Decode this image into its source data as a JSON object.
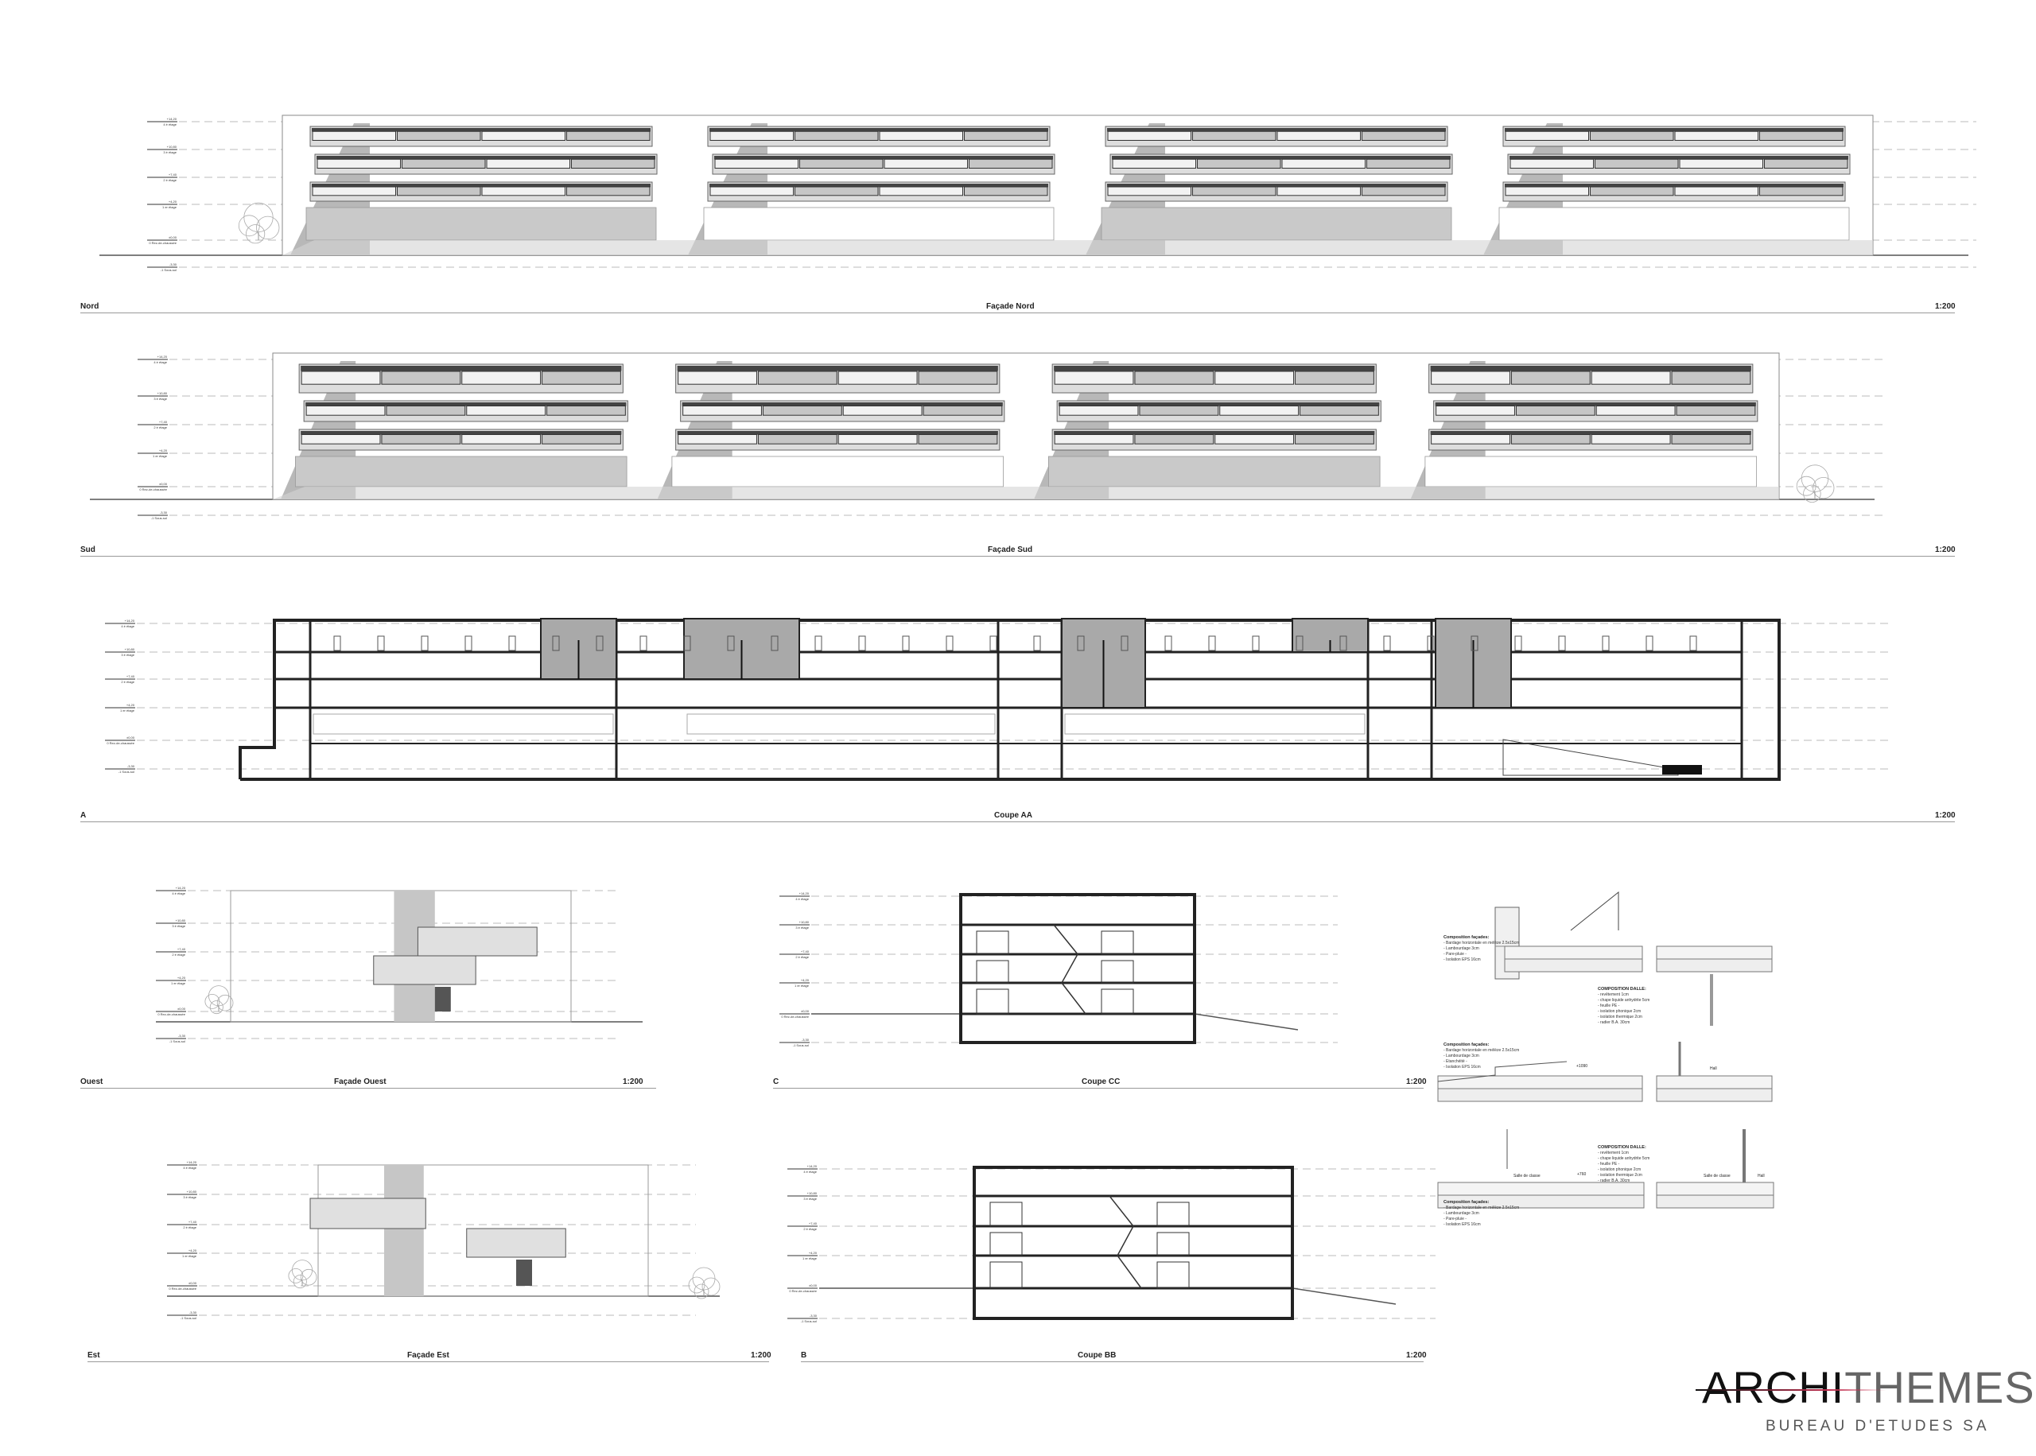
{
  "drawings": {
    "nord": {
      "left": "Nord",
      "center": "Façade Nord",
      "scale": "1:200"
    },
    "sud": {
      "left": "Sud",
      "center": "Façade Sud",
      "scale": "1:200"
    },
    "coupe_aa": {
      "left": "A",
      "center": "Coupe AA",
      "scale": "1:200"
    },
    "ouest": {
      "left": "Ouest",
      "center": "Façade Ouest",
      "scale": "1:200"
    },
    "coupe_cc": {
      "left": "C",
      "center": "Coupe CC",
      "scale": "1:200"
    },
    "est": {
      "left": "Est",
      "center": "Façade Est",
      "scale": "1:200"
    },
    "coupe_bb": {
      "left": "B",
      "center": "Coupe BB",
      "scale": "1:200"
    }
  },
  "levels": [
    {
      "alt": "+14,20",
      "name": "4 è étage"
    },
    {
      "alt": "+10,80",
      "name": "3 è étage"
    },
    {
      "alt": "+7,40",
      "name": "2 è étage"
    },
    {
      "alt": "+4,20",
      "name": "1 er étage"
    },
    {
      "alt": "±0,00",
      "name": "0 Rez-de-chaussée"
    },
    {
      "alt": "-3,30",
      "name": "-1 Sous-sol"
    }
  ],
  "details": {
    "facade_a": {
      "title": "Composition façades:",
      "items": [
        "- Bardage horizontale en mélèze 2.5x15cm",
        "- Lambourdage   3cm",
        "- Pare-pluie   -",
        "- Isolation EPS   16cm"
      ]
    },
    "facade_b": {
      "title": "Composition façades:",
      "items": [
        "- Bardage horizontale en mélèze   2.5x15cm",
        "- Lambourdage   3cm",
        "- Etanchéité   -",
        "- Isolation EPS   16cm"
      ]
    },
    "facade_c": {
      "title": "Composition façades:",
      "items": [
        "- Bardage horizontale en mélèze 2.5x15cm",
        "- Lambourdage   3cm",
        "- Pare-pluie   -",
        "- Isolation EPS   16cm"
      ]
    },
    "dalle_a": {
      "title": "COMPOSITION DALLE:",
      "items": [
        "- revêtement   1cm",
        "- chape liquide anhydrite   5cm",
        "- feuille PE   -",
        "- isolation phonique   2cm",
        "- isolation thermique   2cm",
        "- radier B.A.   30cm"
      ]
    },
    "dalle_b": {
      "title": "COMPOSITION DALLE:",
      "items": [
        "- revêtement   1cm",
        "- chape liquide anhydrite   5cm",
        "- feuille PE   -",
        "- isolation phonique   2cm",
        "- isolation thermique   2cm",
        "- radier B.A.   30cm"
      ]
    },
    "elev_1090": "+1090",
    "elev_760": "+760",
    "hall": "Hall",
    "salle": "Salle de classe"
  },
  "logo": {
    "main_dark": "ARCHI",
    "main_light": "THEMES",
    "sub": "BUREAU D'ETUDES SA"
  },
  "colors": {
    "line": "#222222",
    "shade": "#b8b8b8",
    "court": "#a9a9a9",
    "accent": "#c23050"
  }
}
